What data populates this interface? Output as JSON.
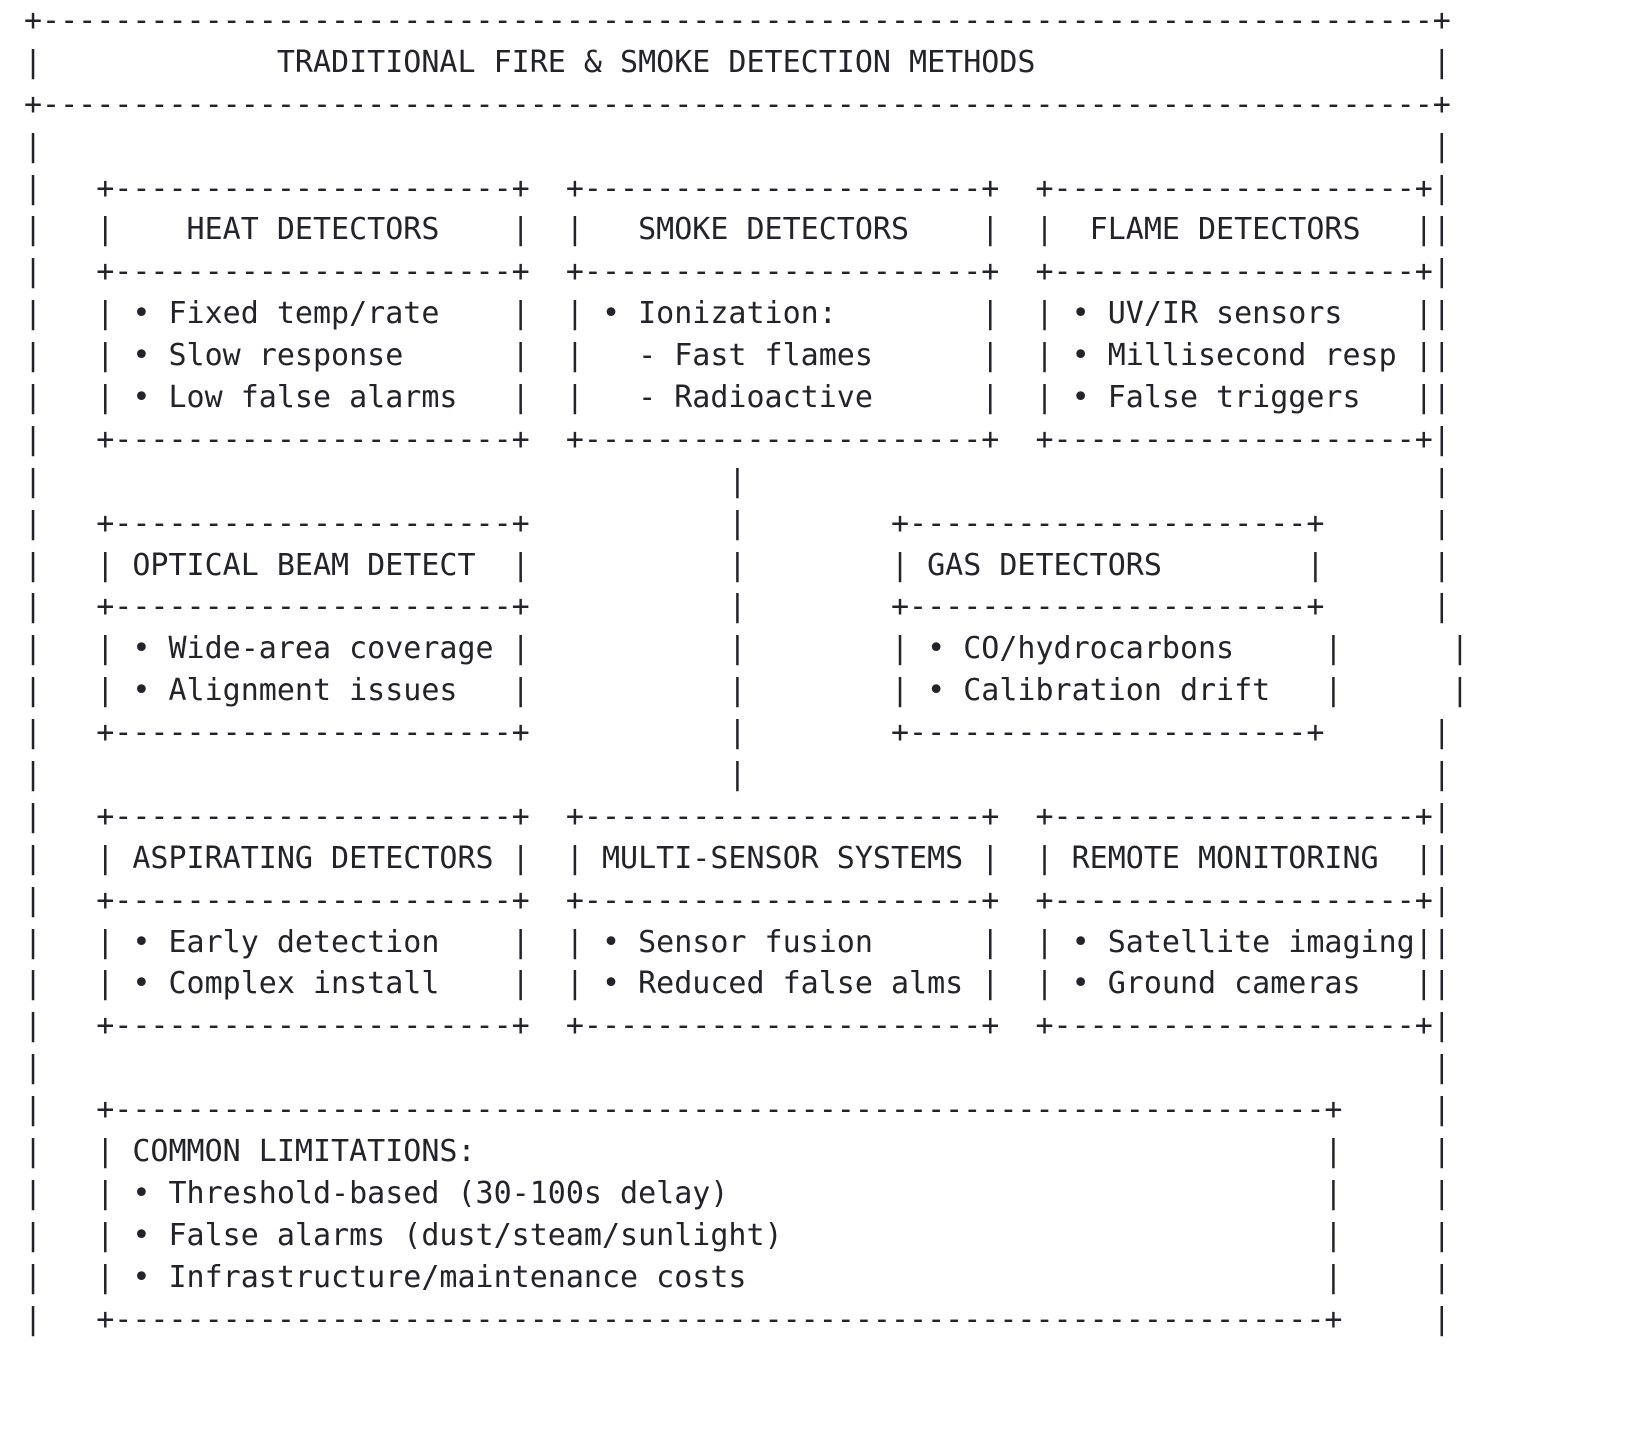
{
  "diagram": {
    "title": "TRADITIONAL FIRE & SMOKE DETECTION METHODS",
    "style": {
      "border_char_corner": "+",
      "border_char_horizontal": "-",
      "border_char_vertical": "|",
      "bullet_char": "•",
      "subbullet_char": "-",
      "text_color": "#23232b",
      "background_color": "#ffffff"
    },
    "rows": [
      {
        "row_index": 1,
        "boxes": [
          {
            "id": "heat-detectors",
            "heading": "HEAT DETECTORS",
            "heading_align": "center",
            "items": [
              {
                "bullet": "•",
                "text": "Fixed temp/rate",
                "level": 1
              },
              {
                "bullet": "•",
                "text": "Slow response",
                "level": 1
              },
              {
                "bullet": "•",
                "text": "Low false alarms",
                "level": 1
              }
            ]
          },
          {
            "id": "smoke-detectors",
            "heading": "SMOKE DETECTORS",
            "heading_align": "center",
            "items": [
              {
                "bullet": "•",
                "text": "Ionization:",
                "level": 1
              },
              {
                "bullet": "-",
                "text": "Fast flames",
                "level": 2
              },
              {
                "bullet": "-",
                "text": "Radioactive",
                "level": 2
              }
            ]
          },
          {
            "id": "flame-detectors",
            "heading": "FLAME DETECTORS",
            "heading_align": "center",
            "items": [
              {
                "bullet": "•",
                "text": "UV/IR sensors",
                "level": 1
              },
              {
                "bullet": "•",
                "text": "Millisecond resp",
                "level": 1
              },
              {
                "bullet": "•",
                "text": "False triggers",
                "level": 1
              }
            ]
          }
        ]
      },
      {
        "row_index": 2,
        "boxes": [
          {
            "id": "optical-beam-detect",
            "heading": "OPTICAL BEAM DETECT",
            "heading_align": "left",
            "items": [
              {
                "bullet": "•",
                "text": "Wide-area coverage",
                "level": 1
              },
              {
                "bullet": "•",
                "text": "Alignment issues",
                "level": 1
              }
            ]
          },
          {
            "id": "gas-detectors",
            "heading": "GAS DETECTORS",
            "heading_align": "left",
            "items": [
              {
                "bullet": "•",
                "text": "CO/hydrocarbons",
                "level": 1
              },
              {
                "bullet": "•",
                "text": "Calibration drift",
                "level": 1
              }
            ]
          }
        ],
        "connector": {
          "id": "smoke-to-multisensor-connector",
          "orientation": "vertical",
          "char": "|"
        }
      },
      {
        "row_index": 3,
        "boxes": [
          {
            "id": "aspirating-detectors",
            "heading": "ASPIRATING DETECTORS",
            "heading_align": "left",
            "items": [
              {
                "bullet": "•",
                "text": "Early detection",
                "level": 1
              },
              {
                "bullet": "•",
                "text": "Complex install",
                "level": 1
              }
            ]
          },
          {
            "id": "multi-sensor-systems",
            "heading": "MULTI-SENSOR SYSTEMS",
            "heading_align": "left",
            "items": [
              {
                "bullet": "•",
                "text": "Sensor fusion",
                "level": 1
              },
              {
                "bullet": "•",
                "text": "Reduced false alms",
                "level": 1
              }
            ]
          },
          {
            "id": "remote-monitoring",
            "heading": "REMOTE MONITORING",
            "heading_align": "left",
            "items": [
              {
                "bullet": "•",
                "text": "Satellite imaging",
                "level": 1
              },
              {
                "bullet": "•",
                "text": "Ground cameras",
                "level": 1
              }
            ]
          }
        ]
      }
    ],
    "footer_box": {
      "id": "common-limitations",
      "heading": "COMMON LIMITATIONS:",
      "heading_align": "left",
      "items": [
        {
          "bullet": "•",
          "text": "Threshold-based (30-100s delay)",
          "level": 1
        },
        {
          "bullet": "•",
          "text": "False alarms (dust/steam/sunlight)",
          "level": 1
        },
        {
          "bullet": "•",
          "text": "Infrastructure/maintenance costs",
          "level": 1
        }
      ]
    }
  },
  "ascii_lines": [
    "+-----------------------------------------------------------------------------+",
    "|             TRADITIONAL FIRE & SMOKE DETECTION METHODS                      |",
    "+-----------------------------------------------------------------------------+",
    "|                                                                             |",
    "|   +----------------------+  +----------------------+  +--------------------+|",
    "|   |    HEAT DETECTORS    |  |   SMOKE DETECTORS    |  |  FLAME DETECTORS   ||",
    "|   +----------------------+  +----------------------+  +--------------------+|",
    "|   | • Fixed temp/rate    |  | • Ionization:        |  | • UV/IR sensors    ||",
    "|   | • Slow response      |  |   - Fast flames      |  | • Millisecond resp ||",
    "|   | • Low false alarms   |  |   - Radioactive      |  | • False triggers   ||",
    "|   +----------------------+  +----------------------+  +--------------------+|",
    "|                                      |                                      |",
    "|   +----------------------+           |        +----------------------+      |",
    "|   | OPTICAL BEAM DETECT  |           |        | GAS DETECTORS        |      |",
    "|   +----------------------+           |        +----------------------+      |",
    "|   | • Wide-area coverage |           |        | • CO/hydrocarbons     |      |",
    "|   | • Alignment issues   |           |        | • Calibration drift   |      |",
    "|   +----------------------+           |        +----------------------+      |",
    "|                                      |                                      |",
    "|   +----------------------+  +----------------------+  +--------------------+|",
    "|   | ASPIRATING DETECTORS |  | MULTI-SENSOR SYSTEMS |  | REMOTE MONITORING  ||",
    "|   +----------------------+  +----------------------+  +--------------------+|",
    "|   | • Early detection    |  | • Sensor fusion      |  | • Satellite imaging||",
    "|   | • Complex install    |  | • Reduced false alms |  | • Ground cameras   ||",
    "|   +----------------------+  +----------------------+  +--------------------+|",
    "|                                                                             |",
    "|   +-------------------------------------------------------------------+     |",
    "|   | COMMON LIMITATIONS:                                               |     |",
    "|   | • Threshold-based (30-100s delay)                                 |     |",
    "|   | • False alarms (dust/steam/sunlight)                              |     |",
    "|   | • Infrastructure/maintenance costs                                |     |",
    "|   +-------------------------------------------------------------------+     |"
  ]
}
